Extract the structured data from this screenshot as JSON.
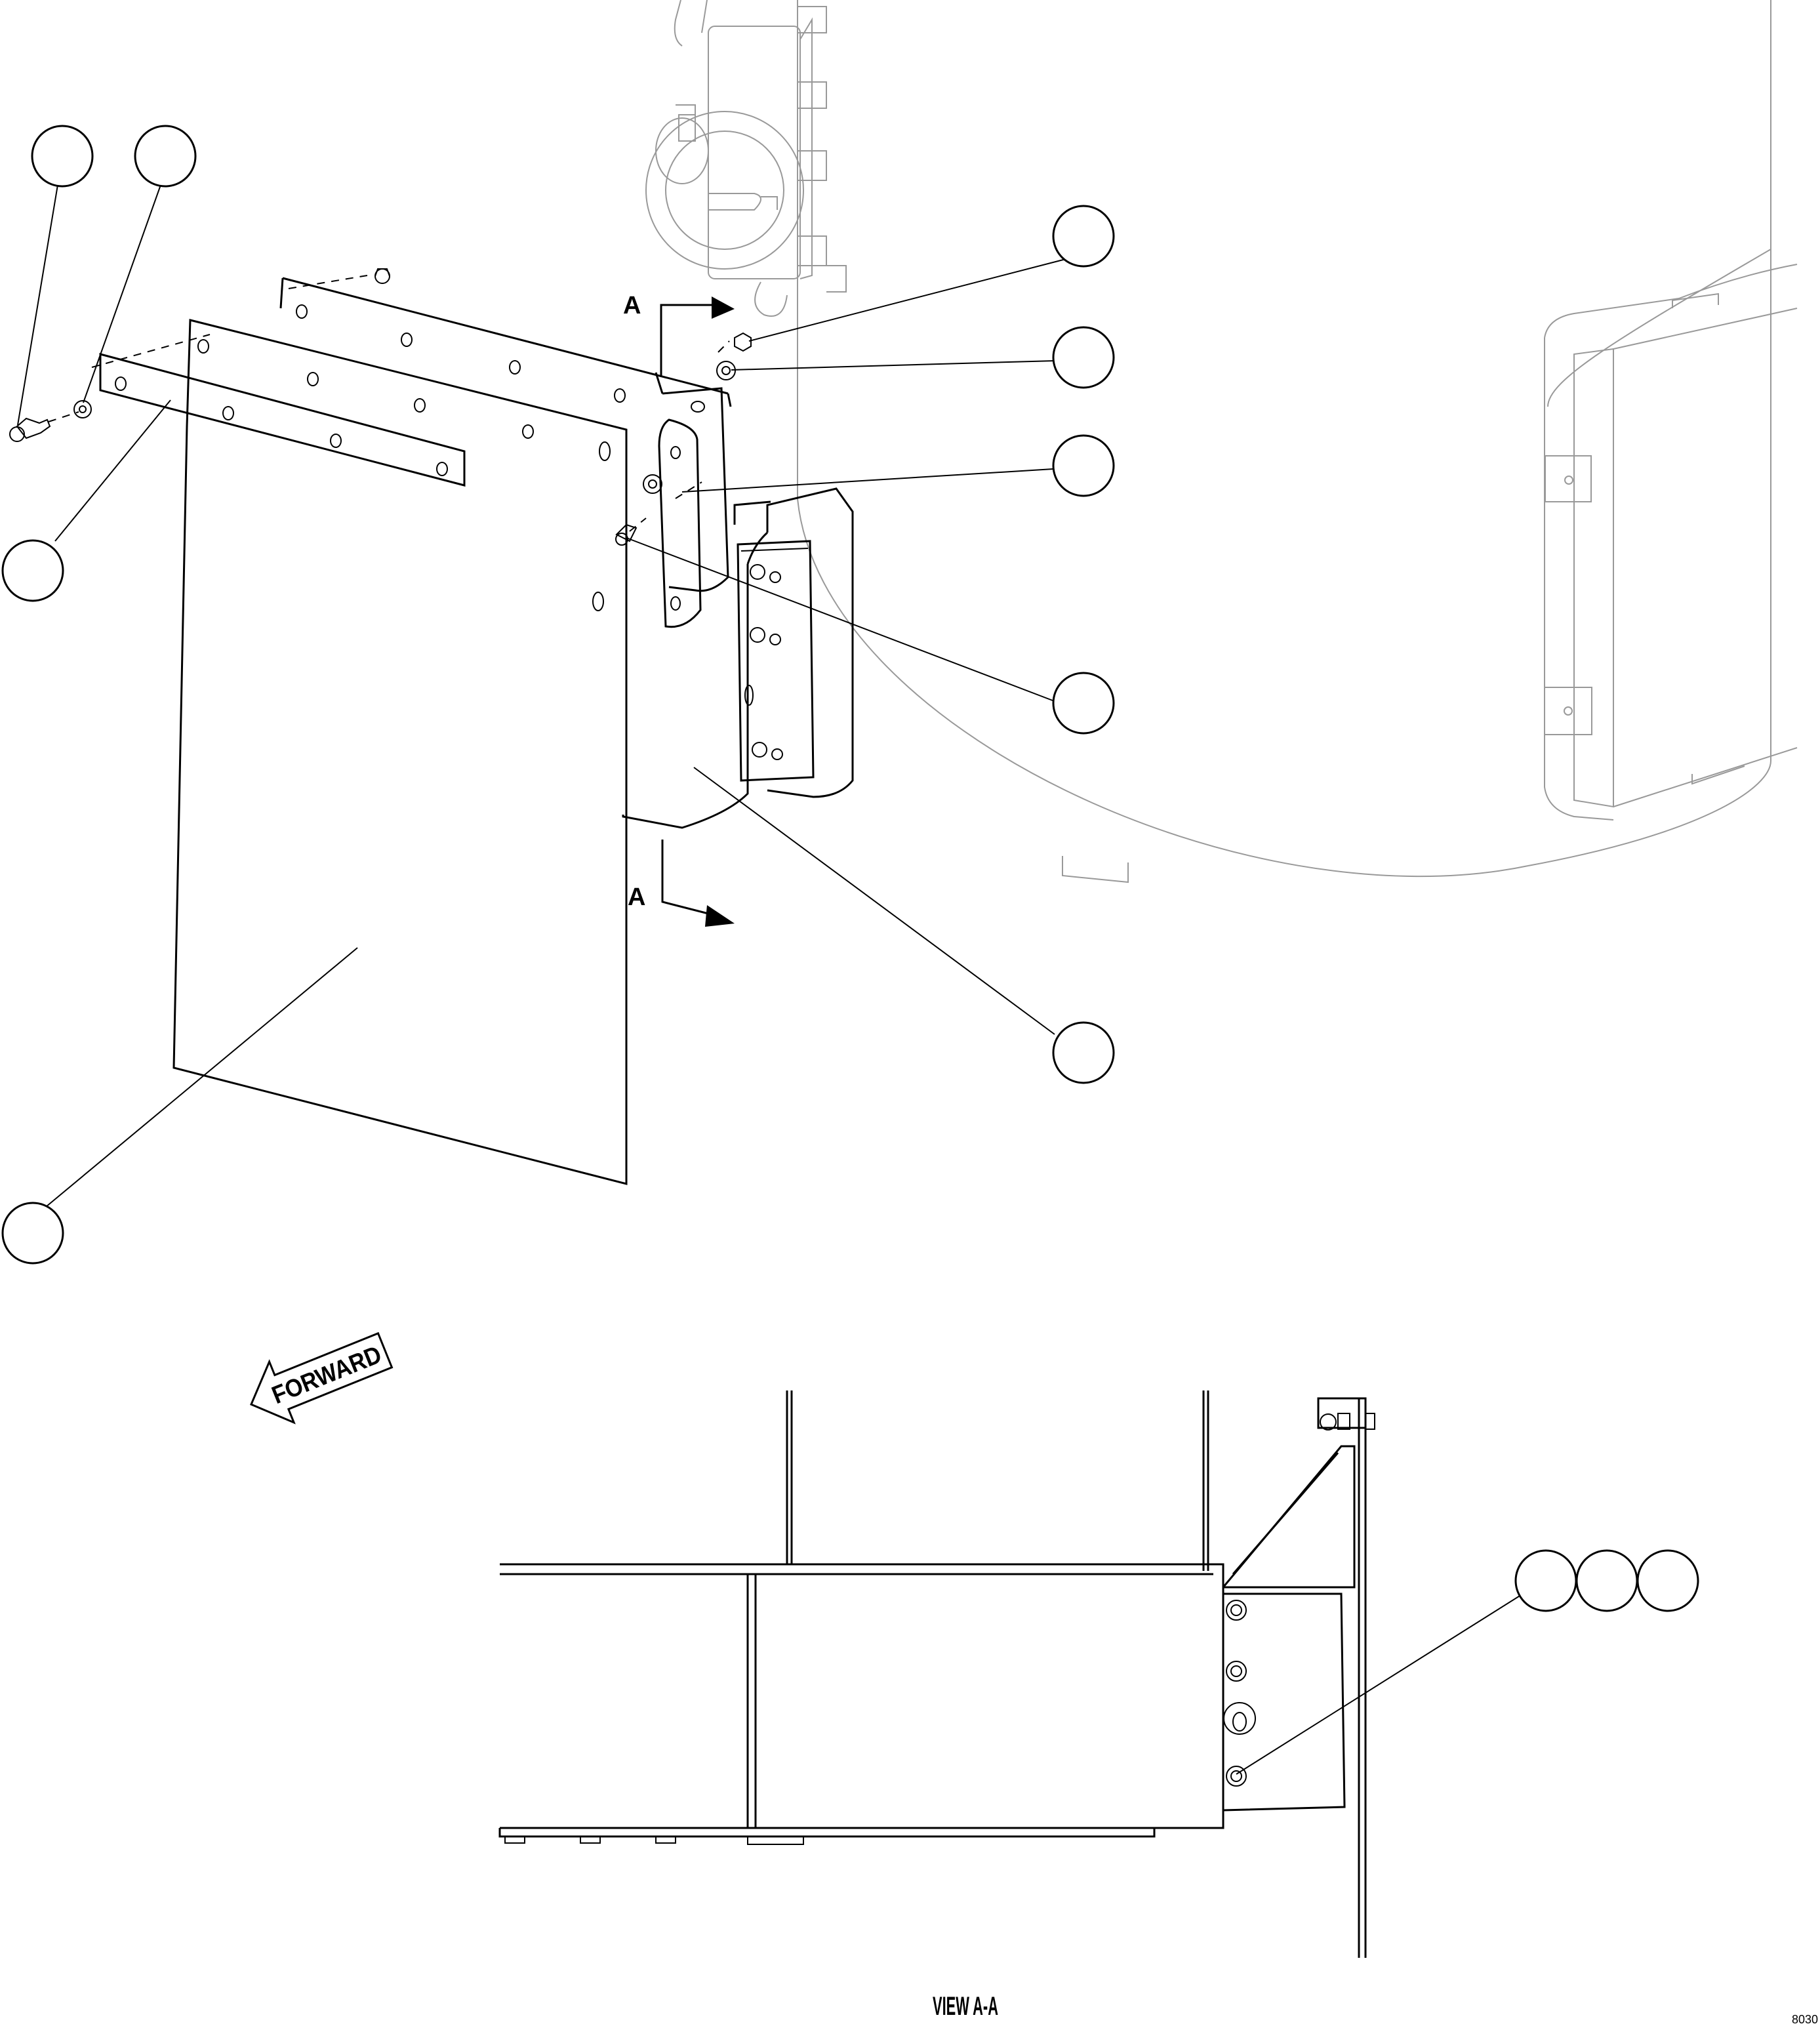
{
  "section_marks": {
    "top": "A",
    "bottom": "A"
  },
  "forward_arrow": {
    "label": "FORWARD"
  },
  "view_caption": "VIEW A-A",
  "drawing_id": "8030",
  "callouts": [
    {
      "id": "c1",
      "number": ""
    },
    {
      "id": "c2",
      "number": ""
    },
    {
      "id": "c3",
      "number": ""
    },
    {
      "id": "c4",
      "number": ""
    },
    {
      "id": "c5",
      "number": ""
    },
    {
      "id": "c6",
      "number": ""
    },
    {
      "id": "c7",
      "number": ""
    },
    {
      "id": "c8",
      "number": ""
    },
    {
      "id": "c9",
      "number": ""
    },
    {
      "id": "c10",
      "number": ""
    },
    {
      "id": "c11",
      "number": ""
    },
    {
      "id": "c12",
      "number": ""
    }
  ]
}
